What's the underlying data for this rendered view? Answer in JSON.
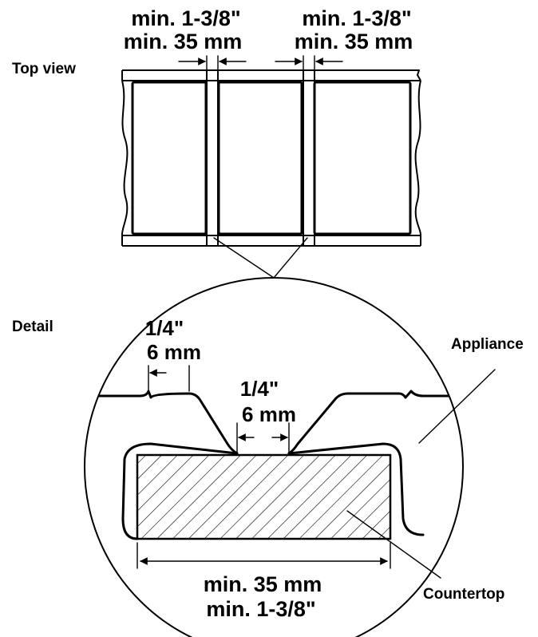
{
  "top": {
    "dim_left": {
      "line1": "min. 1-3/8\"",
      "line2": "min. 35 mm"
    },
    "dim_right": {
      "line1": "min. 1-3/8\"",
      "line2": "min. 35 mm"
    },
    "label": "Top view"
  },
  "detail": {
    "label": "Detail",
    "dim_top_left": {
      "line1": "1/4\"",
      "line2": "6 mm"
    },
    "dim_center": {
      "line1": "1/4\"",
      "line2": "6 mm"
    },
    "dim_bottom": {
      "line1": "min. 35 mm",
      "line2": "min. 1-3/8\""
    },
    "appliance_label": "Appliance",
    "countertop_label": "Countertop"
  }
}
